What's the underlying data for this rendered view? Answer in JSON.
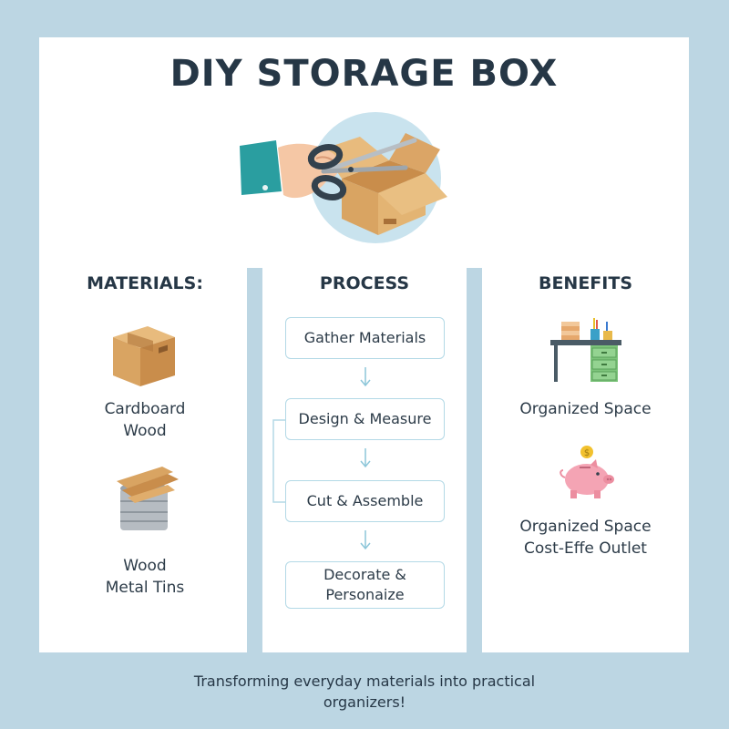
{
  "title": "DIY STORAGE BOX",
  "materials": {
    "heading": "MATERIALS:",
    "items": [
      {
        "icon": "cardboard-box-icon",
        "lines": [
          "Cardboard",
          "Wood"
        ]
      },
      {
        "icon": "wood-on-metal-tin-icon",
        "lines": [
          "Wood",
          "Metal Tins"
        ]
      }
    ]
  },
  "process": {
    "heading": "PROCESS",
    "steps": [
      {
        "lines": [
          "Gather Materials"
        ]
      },
      {
        "lines": [
          "Design & Measure"
        ]
      },
      {
        "lines": [
          "Cut & Assemble"
        ]
      },
      {
        "lines": [
          "Decorate &",
          "Personaize"
        ]
      }
    ]
  },
  "benefits": {
    "heading": "BENEFITS",
    "items": [
      {
        "icon": "desk-organizer-icon",
        "lines": [
          "Organized Space"
        ]
      },
      {
        "icon": "piggy-bank-icon",
        "lines": [
          "Organized Space",
          "Cost-Effe Outlet"
        ]
      }
    ]
  },
  "footer": {
    "lines": [
      "Transforming everyday materials into practical",
      "organizers!"
    ]
  },
  "colors": {
    "background": "#bcd6e3",
    "panel": "#ffffff",
    "text": "#263746",
    "step_border": "#b3d9e6",
    "cardboard": "#d9a462",
    "scissors_handle": "#33414d",
    "sleeve": "#2a9ea0",
    "piggy": "#f4a4b4",
    "coin": "#f2c12e",
    "drawer_green": "#7cc47a"
  }
}
